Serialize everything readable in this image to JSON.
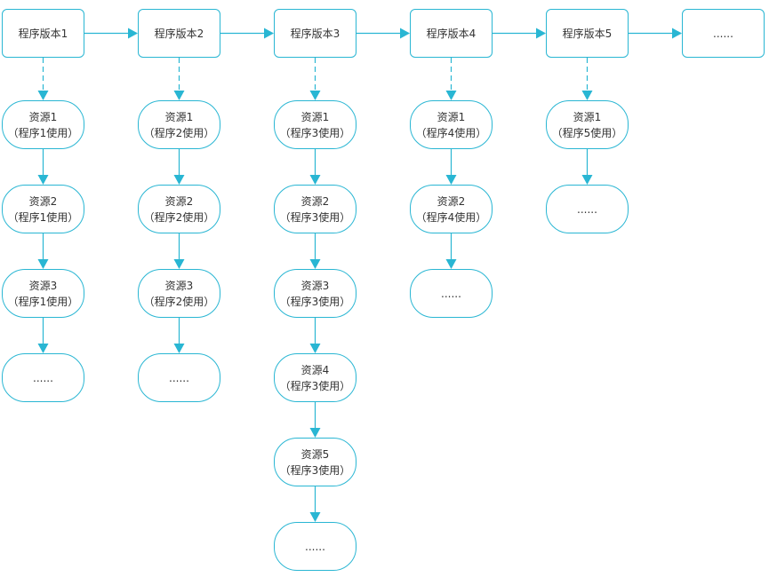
{
  "colors": {
    "accent": "#29b6d3",
    "text": "#333333"
  },
  "versions": [
    {
      "label": "程序版本1",
      "resources": [
        {
          "name": "资源1",
          "note": "（程序1使用）"
        },
        {
          "name": "资源2",
          "note": "（程序1使用）"
        },
        {
          "name": "资源3",
          "note": "（程序1使用）"
        },
        {
          "name": "......",
          "note": ""
        }
      ]
    },
    {
      "label": "程序版本2",
      "resources": [
        {
          "name": "资源1",
          "note": "（程序2使用）"
        },
        {
          "name": "资源2",
          "note": "（程序2使用）"
        },
        {
          "name": "资源3",
          "note": "（程序2使用）"
        },
        {
          "name": "......",
          "note": ""
        }
      ]
    },
    {
      "label": "程序版本3",
      "resources": [
        {
          "name": "资源1",
          "note": "（程序3使用）"
        },
        {
          "name": "资源2",
          "note": "（程序3使用）"
        },
        {
          "name": "资源3",
          "note": "（程序3使用）"
        },
        {
          "name": "资源4",
          "note": "（程序3使用）"
        },
        {
          "name": "资源5",
          "note": "（程序3使用）"
        },
        {
          "name": "......",
          "note": ""
        }
      ]
    },
    {
      "label": "程序版本4",
      "resources": [
        {
          "name": "资源1",
          "note": "（程序4使用）"
        },
        {
          "name": "资源2",
          "note": "（程序4使用）"
        },
        {
          "name": "......",
          "note": ""
        }
      ]
    },
    {
      "label": "程序版本5",
      "resources": [
        {
          "name": "资源1",
          "note": "（程序5使用）"
        },
        {
          "name": "......",
          "note": ""
        }
      ]
    },
    {
      "label": "......",
      "resources": []
    }
  ]
}
